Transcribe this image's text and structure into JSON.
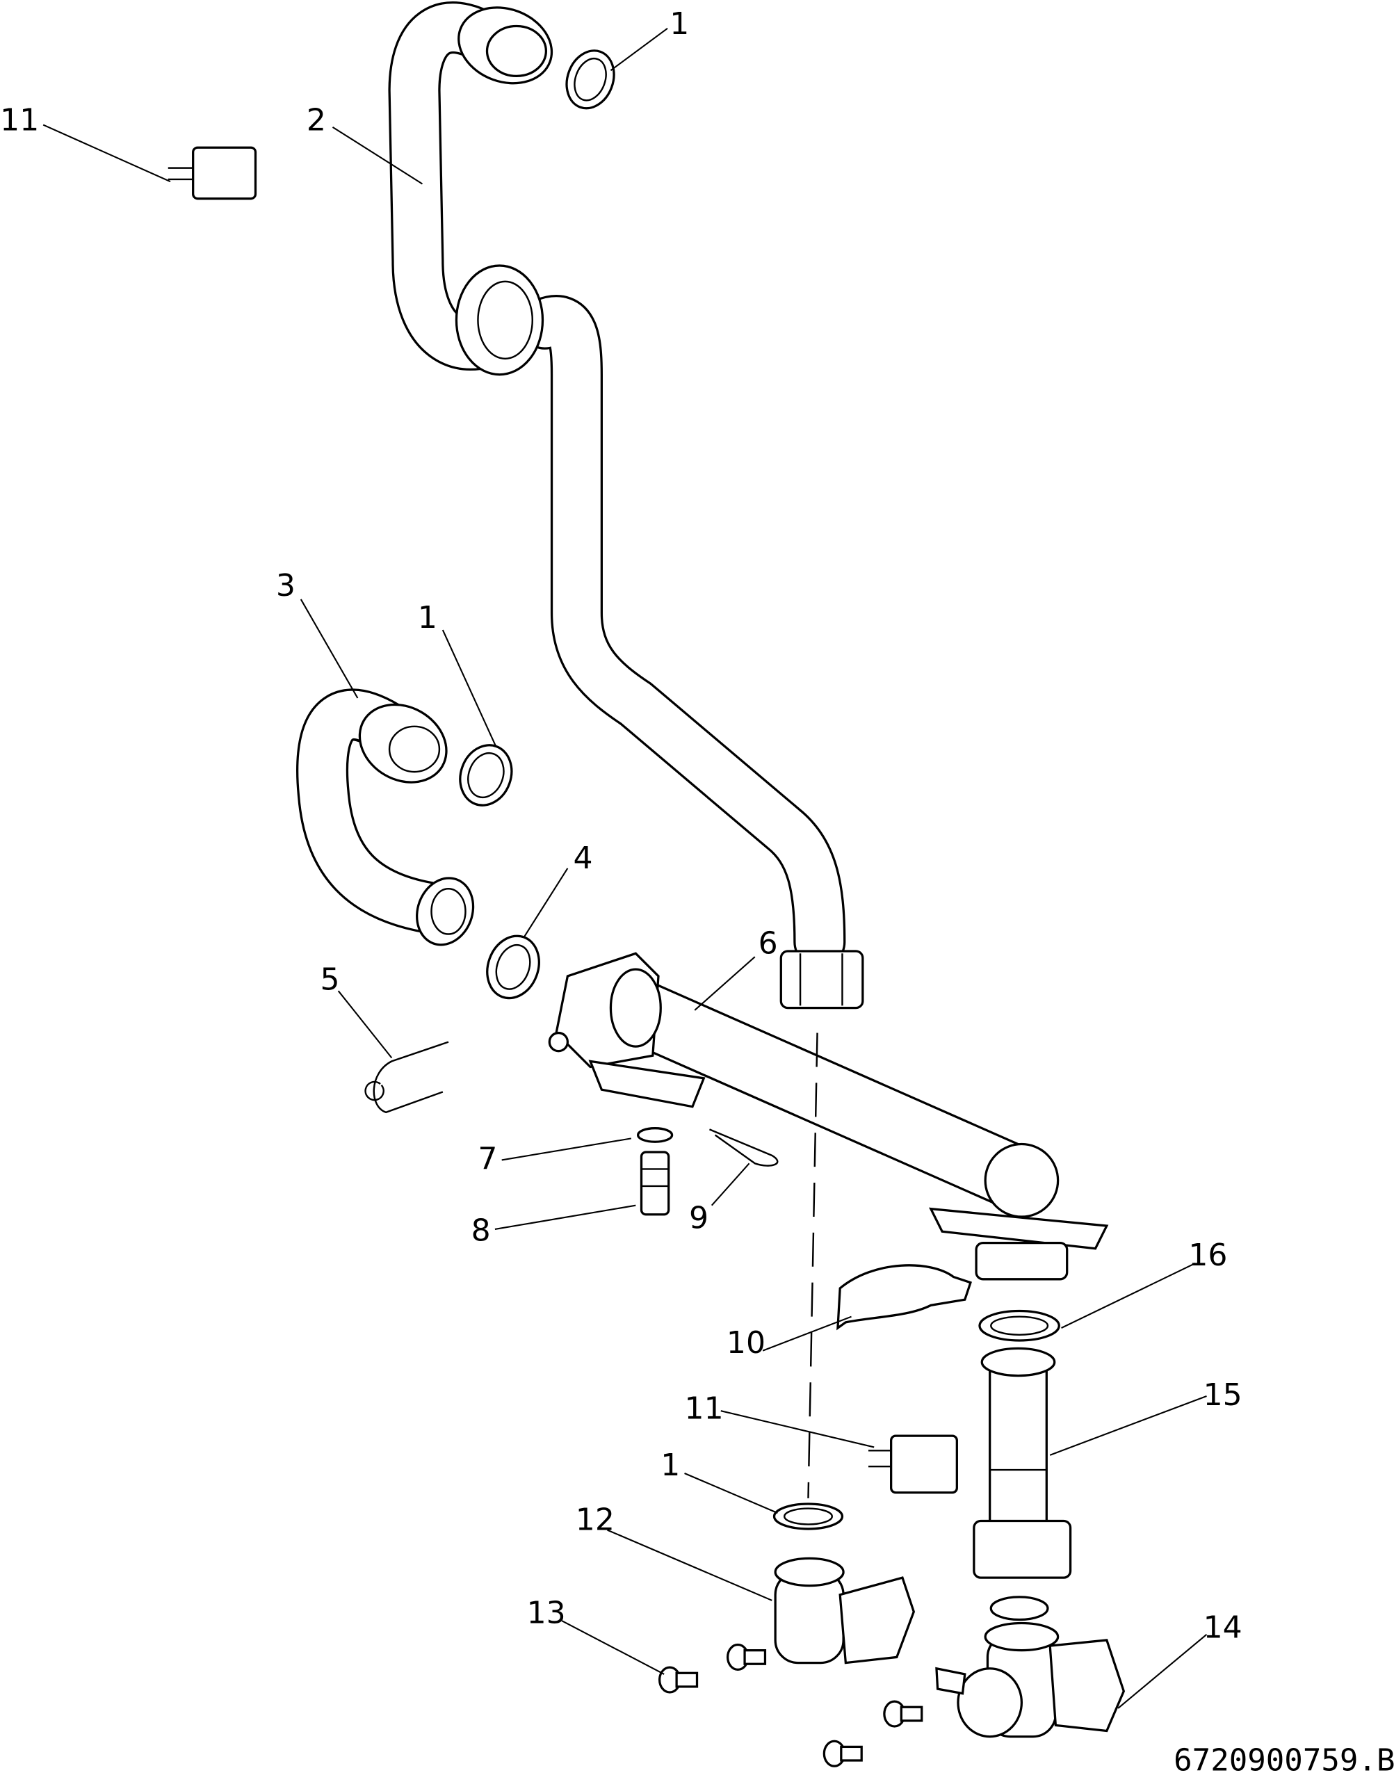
{
  "diagram": {
    "callouts": [
      {
        "id": "c11a",
        "text": "11"
      },
      {
        "id": "c2",
        "text": "2"
      },
      {
        "id": "c1a",
        "text": "1"
      },
      {
        "id": "c3",
        "text": "3"
      },
      {
        "id": "c1b",
        "text": "1"
      },
      {
        "id": "c4",
        "text": "4"
      },
      {
        "id": "c6",
        "text": "6"
      },
      {
        "id": "c5",
        "text": "5"
      },
      {
        "id": "c7",
        "text": "7"
      },
      {
        "id": "c8",
        "text": "8"
      },
      {
        "id": "c9",
        "text": "9"
      },
      {
        "id": "c16",
        "text": "16"
      },
      {
        "id": "c10",
        "text": "10"
      },
      {
        "id": "c11b",
        "text": "11"
      },
      {
        "id": "c15",
        "text": "15"
      },
      {
        "id": "c1c",
        "text": "1"
      },
      {
        "id": "c12",
        "text": "12"
      },
      {
        "id": "c13",
        "text": "13"
      },
      {
        "id": "c14",
        "text": "14"
      }
    ],
    "drawing_number": "6720900759.B"
  }
}
